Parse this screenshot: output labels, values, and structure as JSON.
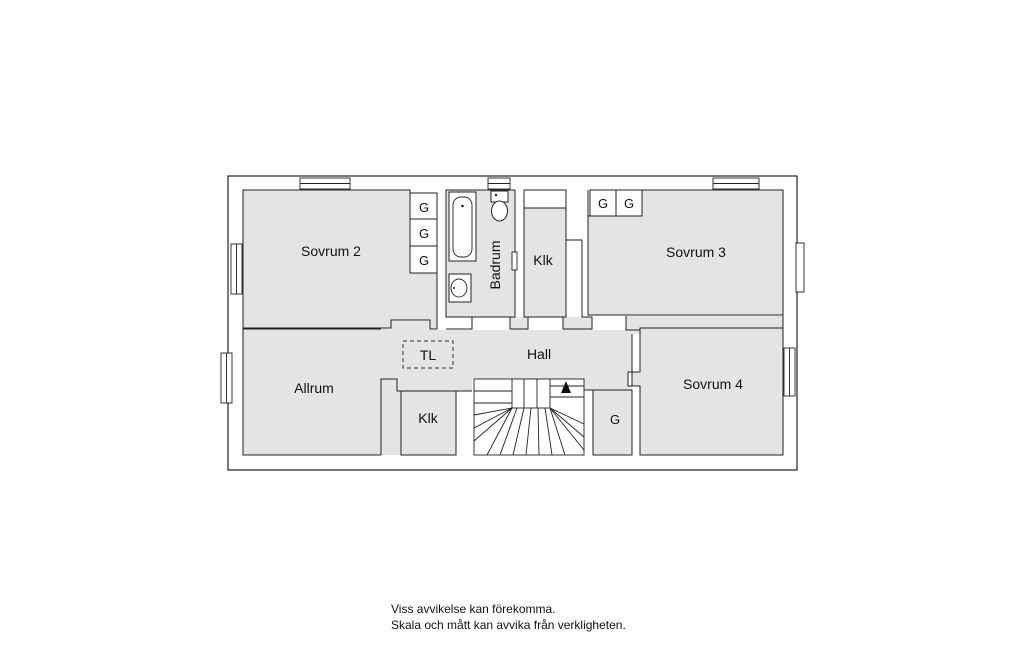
{
  "rooms": {
    "sovrum2": "Sovrum 2",
    "sovrum3": "Sovrum 3",
    "sovrum4": "Sovrum 4",
    "allrum": "Allrum",
    "badrum": "Badrum",
    "klk_upper": "Klk",
    "klk_lower": "Klk",
    "hall": "Hall",
    "tl": "TL"
  },
  "wardrobes": {
    "sovrum2": [
      "G",
      "G",
      "G"
    ],
    "sovrum3": [
      "G",
      "G"
    ],
    "hall": "G"
  },
  "disclaimer": {
    "line1": "Viss avvikelse kan förekomma.",
    "line2": "Skala och mått kan avvika från verkligheten."
  },
  "colors": {
    "floor": "#e4e4e4",
    "wall": "#ffffff",
    "stroke": "#222222"
  }
}
